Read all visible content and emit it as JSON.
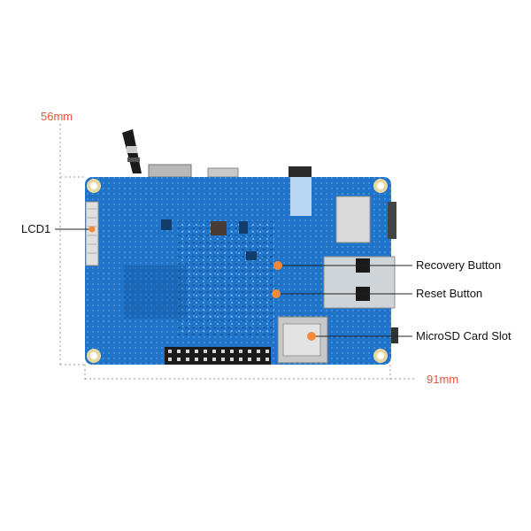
{
  "dimensions": {
    "height_label": "56mm",
    "width_label": "91mm"
  },
  "callouts": {
    "lcd": "LCD1",
    "recovery": "Recovery Button",
    "reset": "Reset Button",
    "microsd": "MicroSD Card Slot"
  },
  "colors": {
    "pcb": "#1f74c9",
    "pcb_dark": "#1658a3",
    "accent": "#e8533a",
    "marker": "#f28a3a"
  }
}
